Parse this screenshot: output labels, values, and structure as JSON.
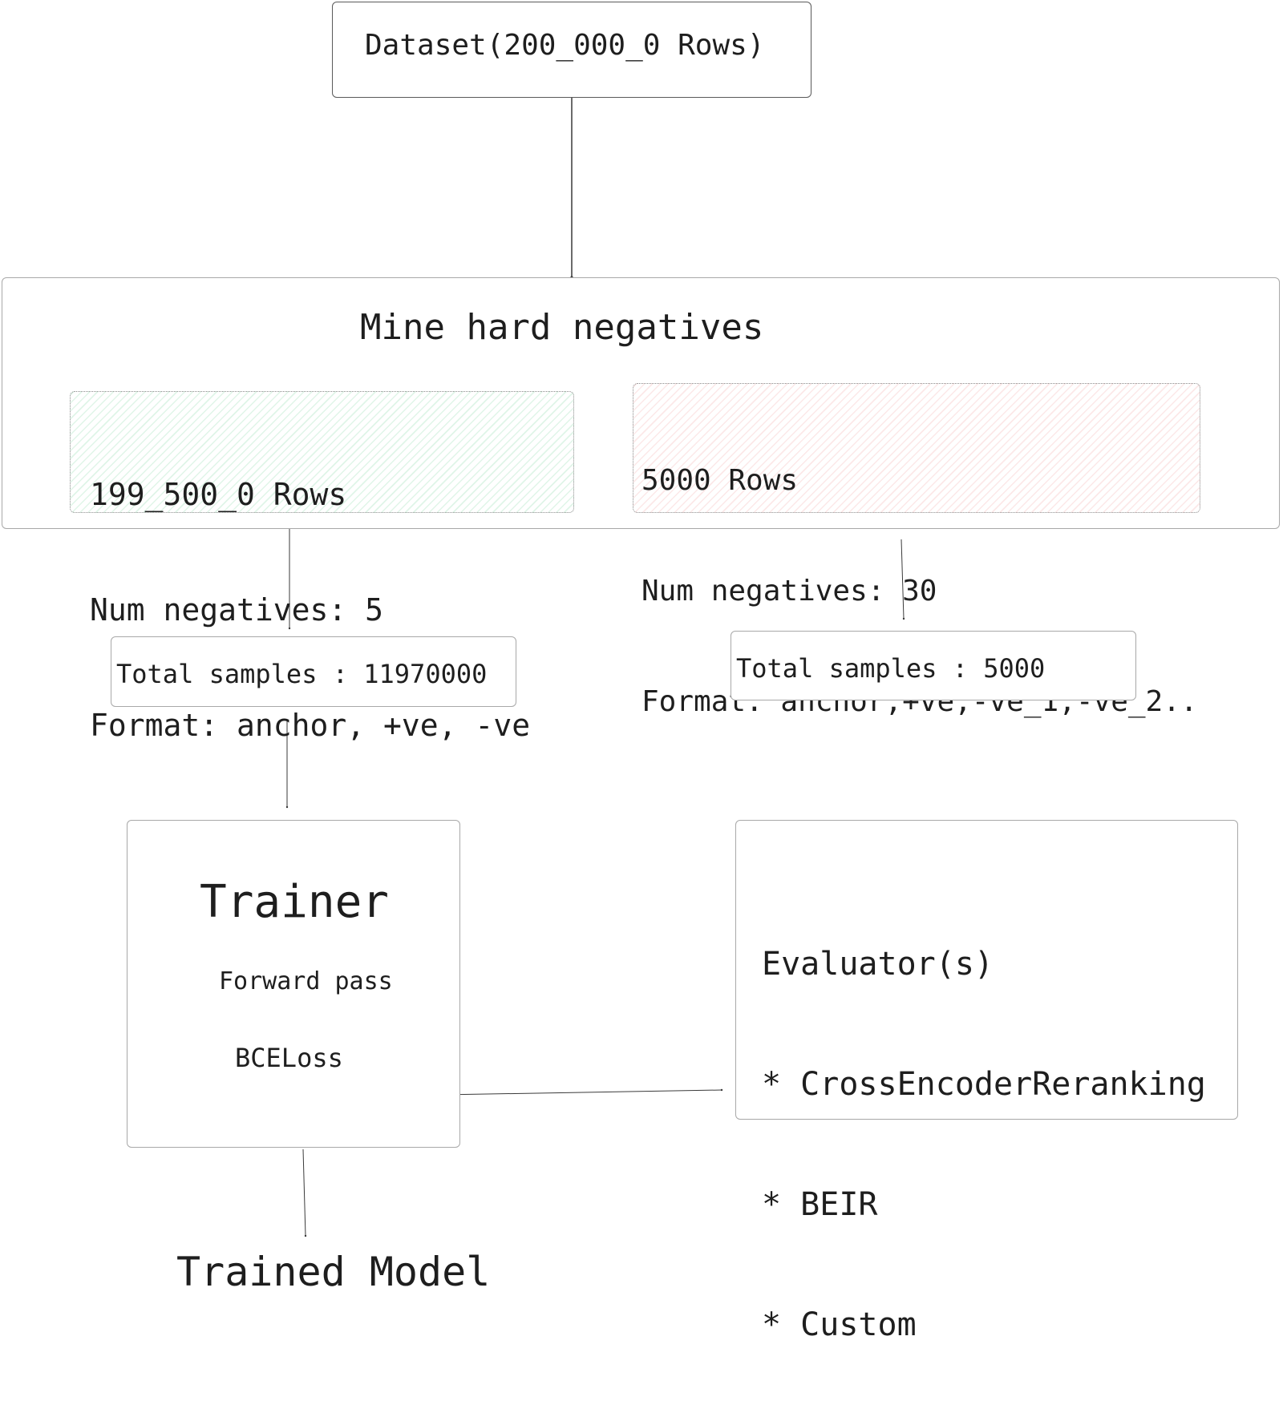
{
  "dataset_box": {
    "label": "Dataset(200_000_0 Rows)"
  },
  "mine_box": {
    "title": "Mine hard negatives",
    "train_split": {
      "lines": [
        "199_500_0 Rows",
        "Num negatives: 5",
        "Format: anchor, +ve, -ve"
      ]
    },
    "eval_split": {
      "lines": [
        "5000 Rows",
        "Num negatives: 30",
        "Format: anchor,+ve,-ve_1,-ve_2.."
      ]
    }
  },
  "train_samples": {
    "label": "Total samples : 11970000"
  },
  "eval_samples": {
    "label": "Total samples : 5000"
  },
  "trainer_box": {
    "title": "Trainer",
    "step_forward": "Forward pass",
    "step_loss": "BCELoss"
  },
  "evaluator_box": {
    "lines": [
      "Evaluator(s)",
      "* CrossEncoderReranking",
      "* BEIR",
      "* Custom"
    ]
  },
  "output": {
    "label": "Trained Model"
  },
  "colors": {
    "train_fill": "#d8f5e3",
    "eval_fill": "#fbe2e2",
    "stroke": "#1e1e1e"
  }
}
